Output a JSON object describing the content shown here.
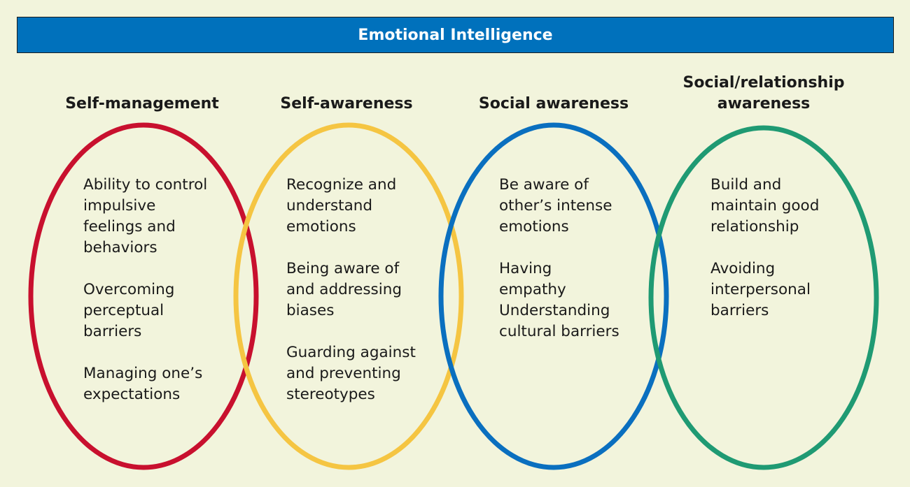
{
  "title": "Emotional Intelligence",
  "colors": {
    "background": "#f2f4dc",
    "title_bar": "#0071bc",
    "self_management": "#c8102e",
    "self_awareness": "#f5c542",
    "social_awareness": "#0a6fbf",
    "relationship_awareness": "#1f9a73"
  },
  "groups": [
    {
      "heading": "Self-management",
      "items": [
        "Ability to control\nimpulsive\nfeelings and\nbehaviors",
        "Overcoming\nperceptual\nbarriers",
        "Managing one’s\nexpectations"
      ]
    },
    {
      "heading": "Self-awareness",
      "items": [
        "Recognize and\nunderstand\nemotions",
        "Being aware of\nand addressing\nbiases",
        "Guarding against\nand preventing\nstereotypes"
      ]
    },
    {
      "heading": "Social awareness",
      "items": [
        "Be aware of\nother’s intense\nemotions",
        "Having\nempathy\nUnderstanding\ncultural barriers"
      ]
    },
    {
      "heading": "Social/relationship\nawareness",
      "items": [
        "Build and\nmaintain good\nrelationship",
        "Avoiding\ninterpersonal\nbarriers"
      ]
    }
  ]
}
